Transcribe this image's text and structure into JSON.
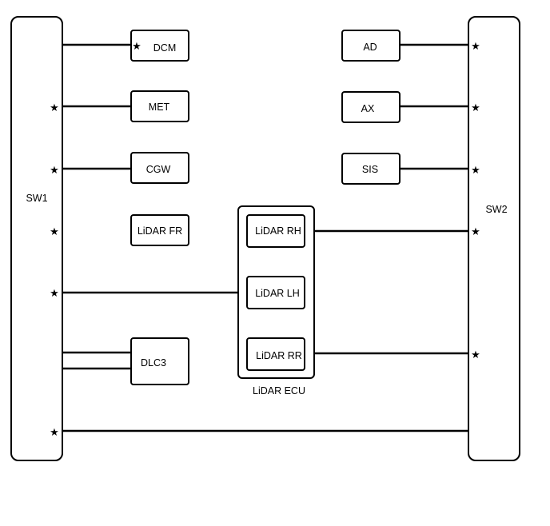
{
  "switches": {
    "sw1": "SW1",
    "sw2": "SW2"
  },
  "ecus": {
    "dcm": "DCM",
    "met": "MET",
    "cgw": "CGW",
    "lidar_fr": "LiDAR FR",
    "dlc3": "DLC3",
    "ad": "AD",
    "ax": "AX",
    "sis": "SIS"
  },
  "lidar_ecu": {
    "label": "LiDAR ECU",
    "rh": "LiDAR RH",
    "lh": "LiDAR LH",
    "rr": "LiDAR RR"
  },
  "marker": {
    "star": "★"
  }
}
